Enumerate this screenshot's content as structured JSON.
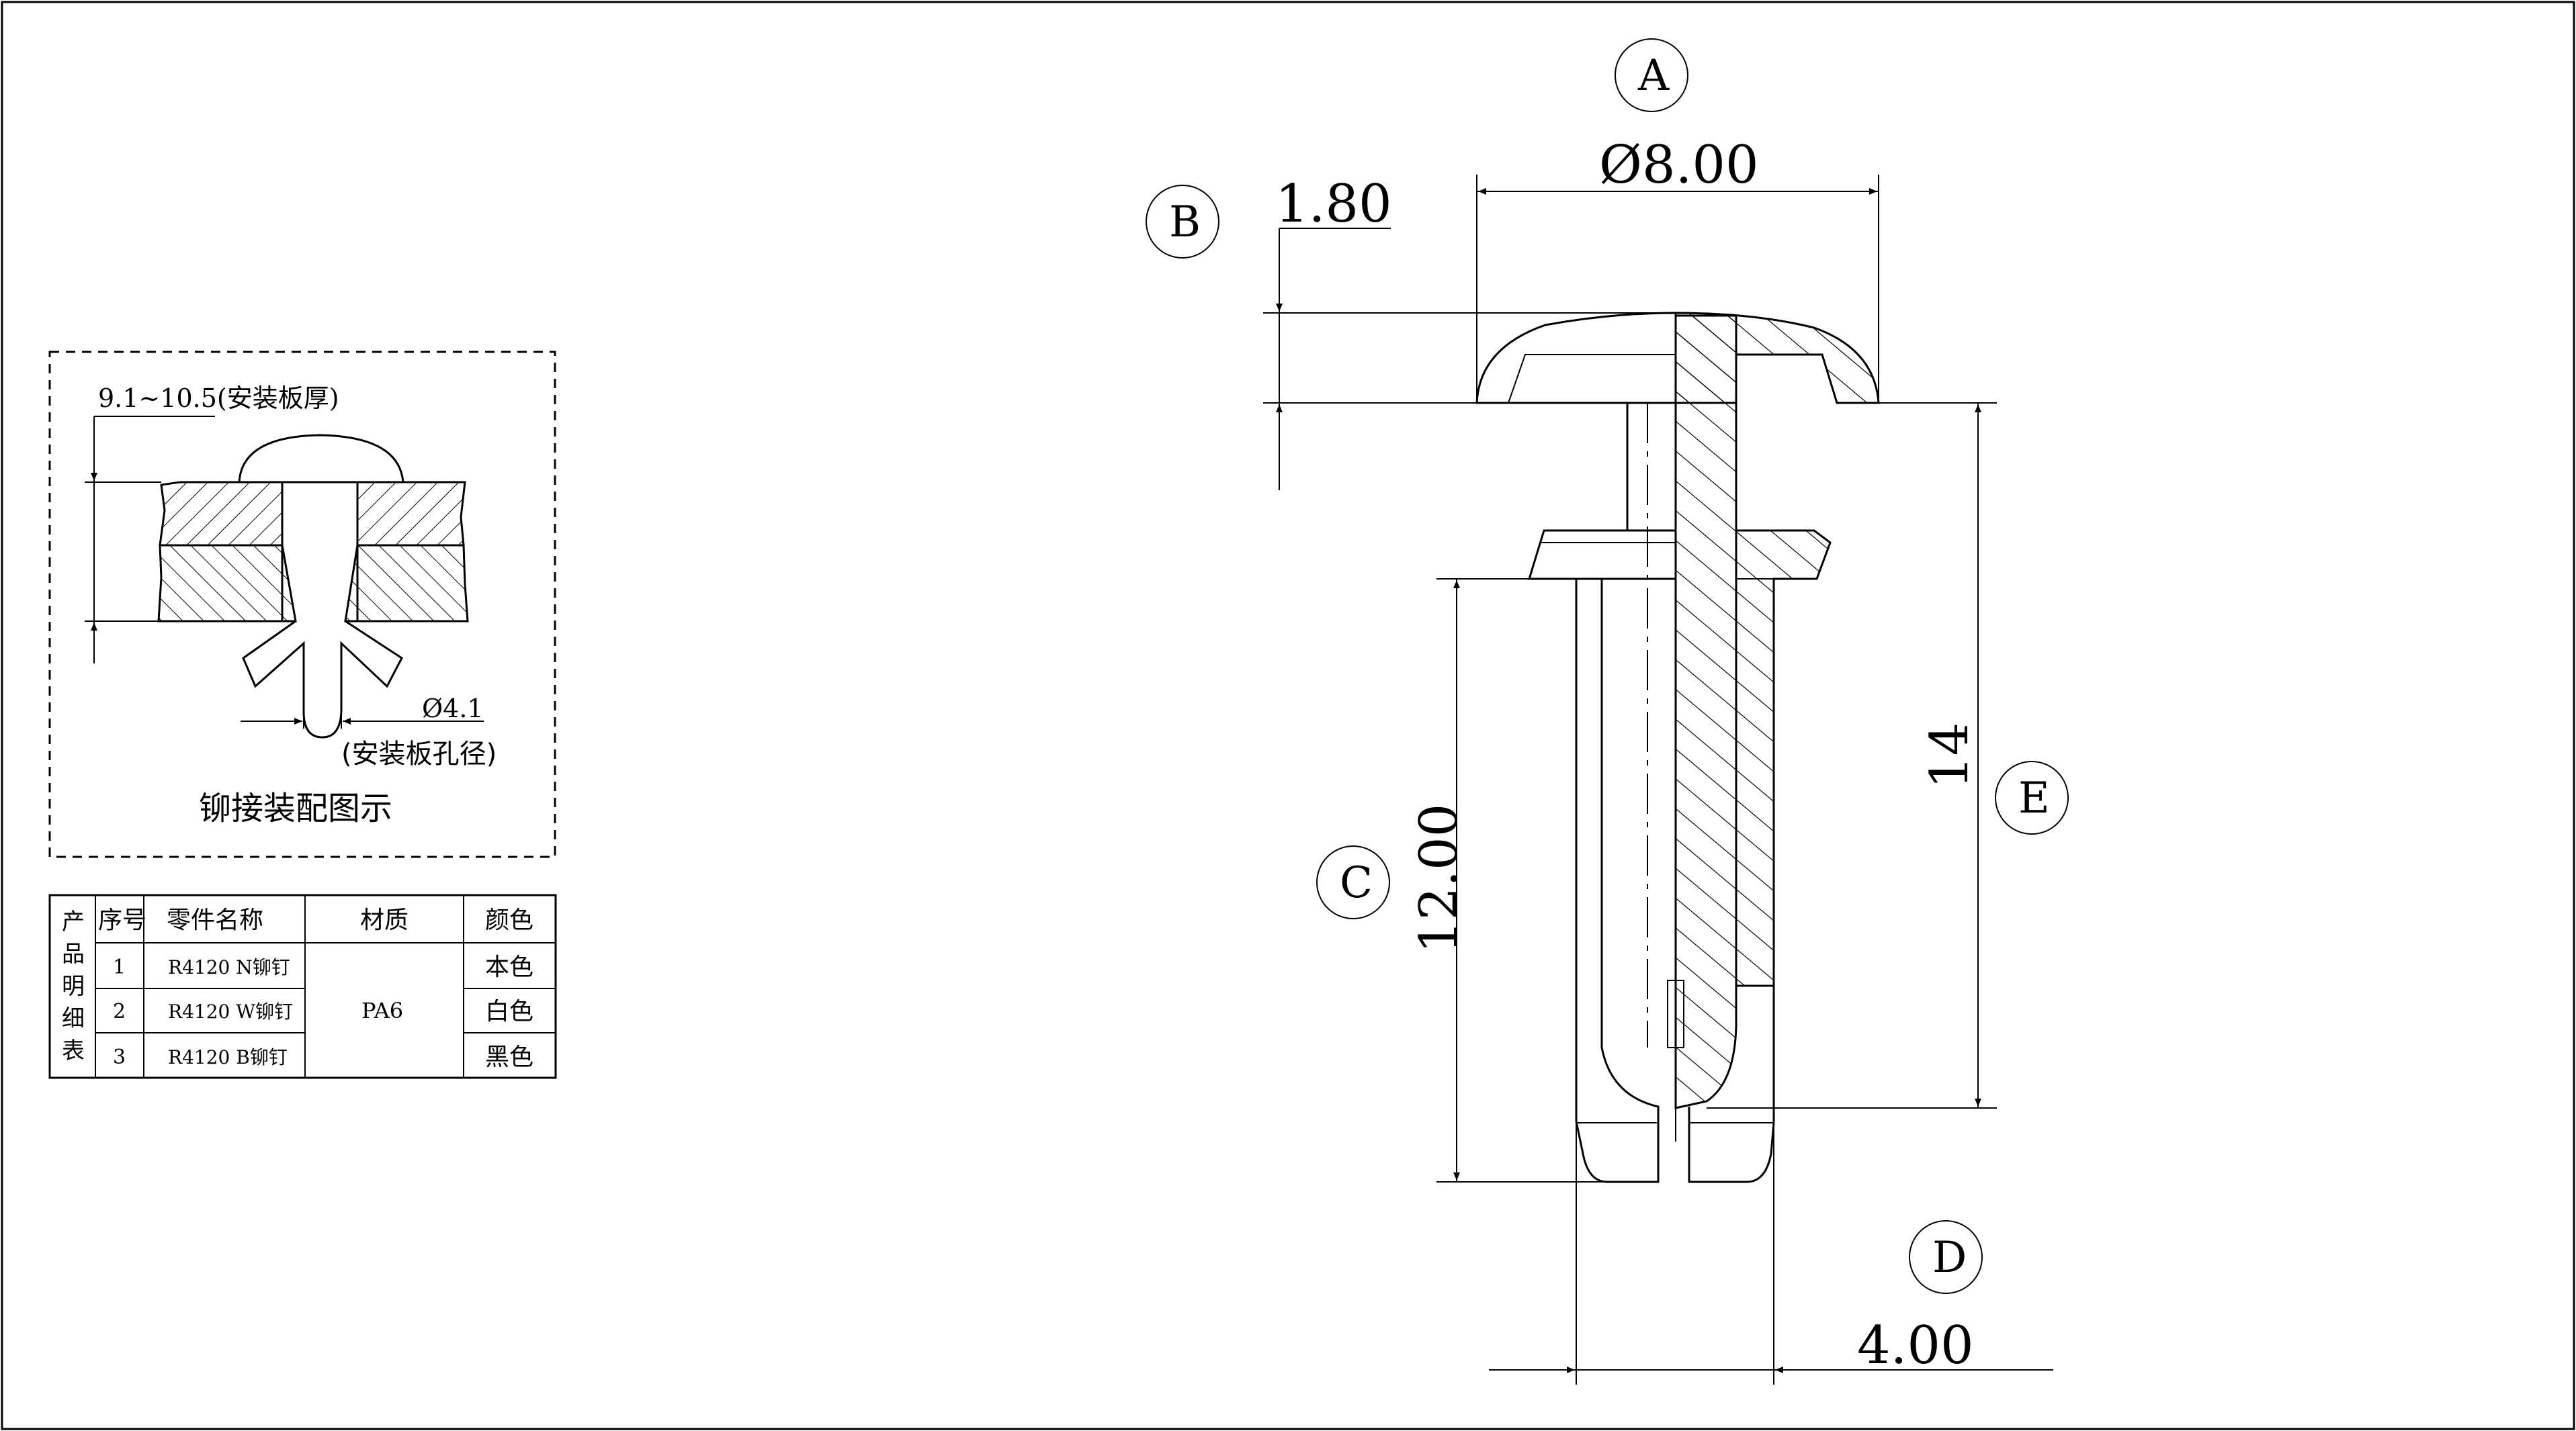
{
  "callouts": {
    "a": "A",
    "b": "B",
    "c": "C",
    "d": "D",
    "e": "E"
  },
  "dims": {
    "head_dia": "Ø8.00",
    "head_thk": "1.80",
    "body_len": "12.00",
    "total_len": "14",
    "leg_width": "4.00"
  },
  "inset": {
    "thickness": "9.1~10.5(安装板厚)",
    "hole_dia": "Ø4.1",
    "hole_label": "(安装板孔径)",
    "caption": "铆接装配图示"
  },
  "bom": {
    "side_label": [
      "产",
      "品",
      "明",
      "细",
      "表"
    ],
    "headers": {
      "no": "序号",
      "name": "零件名称",
      "material": "材质",
      "color": "颜色"
    },
    "rows": [
      {
        "no": "1",
        "name": "R4120 N铆钉",
        "color": "本色"
      },
      {
        "no": "2",
        "name": "R4120 W铆钉",
        "color": "白色"
      },
      {
        "no": "3",
        "name": "R4120 B铆钉",
        "color": "黑色"
      }
    ],
    "material": "PA6"
  }
}
